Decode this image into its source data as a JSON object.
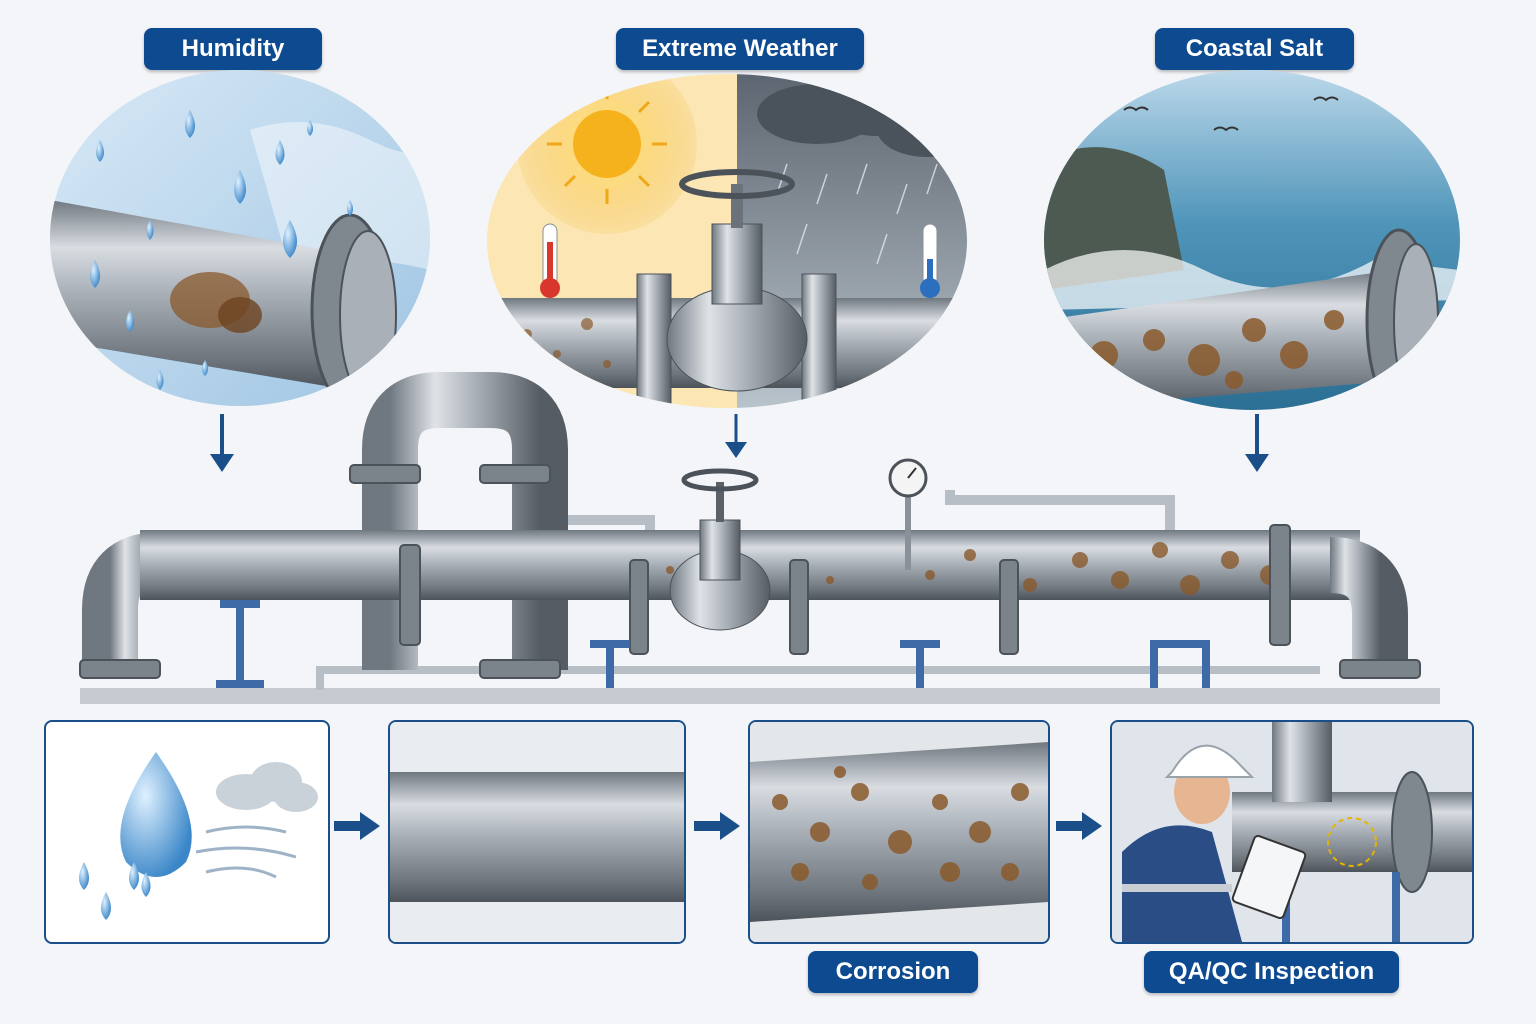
{
  "top_labels": {
    "humidity": "Humidity",
    "extreme_weather": "Extreme Weather",
    "coastal_salt": "Coastal Salt"
  },
  "bottom_labels": {
    "corrosion": "Corrosion",
    "inspection": "QA/QC Inspection"
  },
  "colors": {
    "label_bg": "#0d4a8f",
    "steel": "#9aa3ad",
    "rust": "#8a5a2b",
    "support_blue": "#3f6aa8"
  }
}
